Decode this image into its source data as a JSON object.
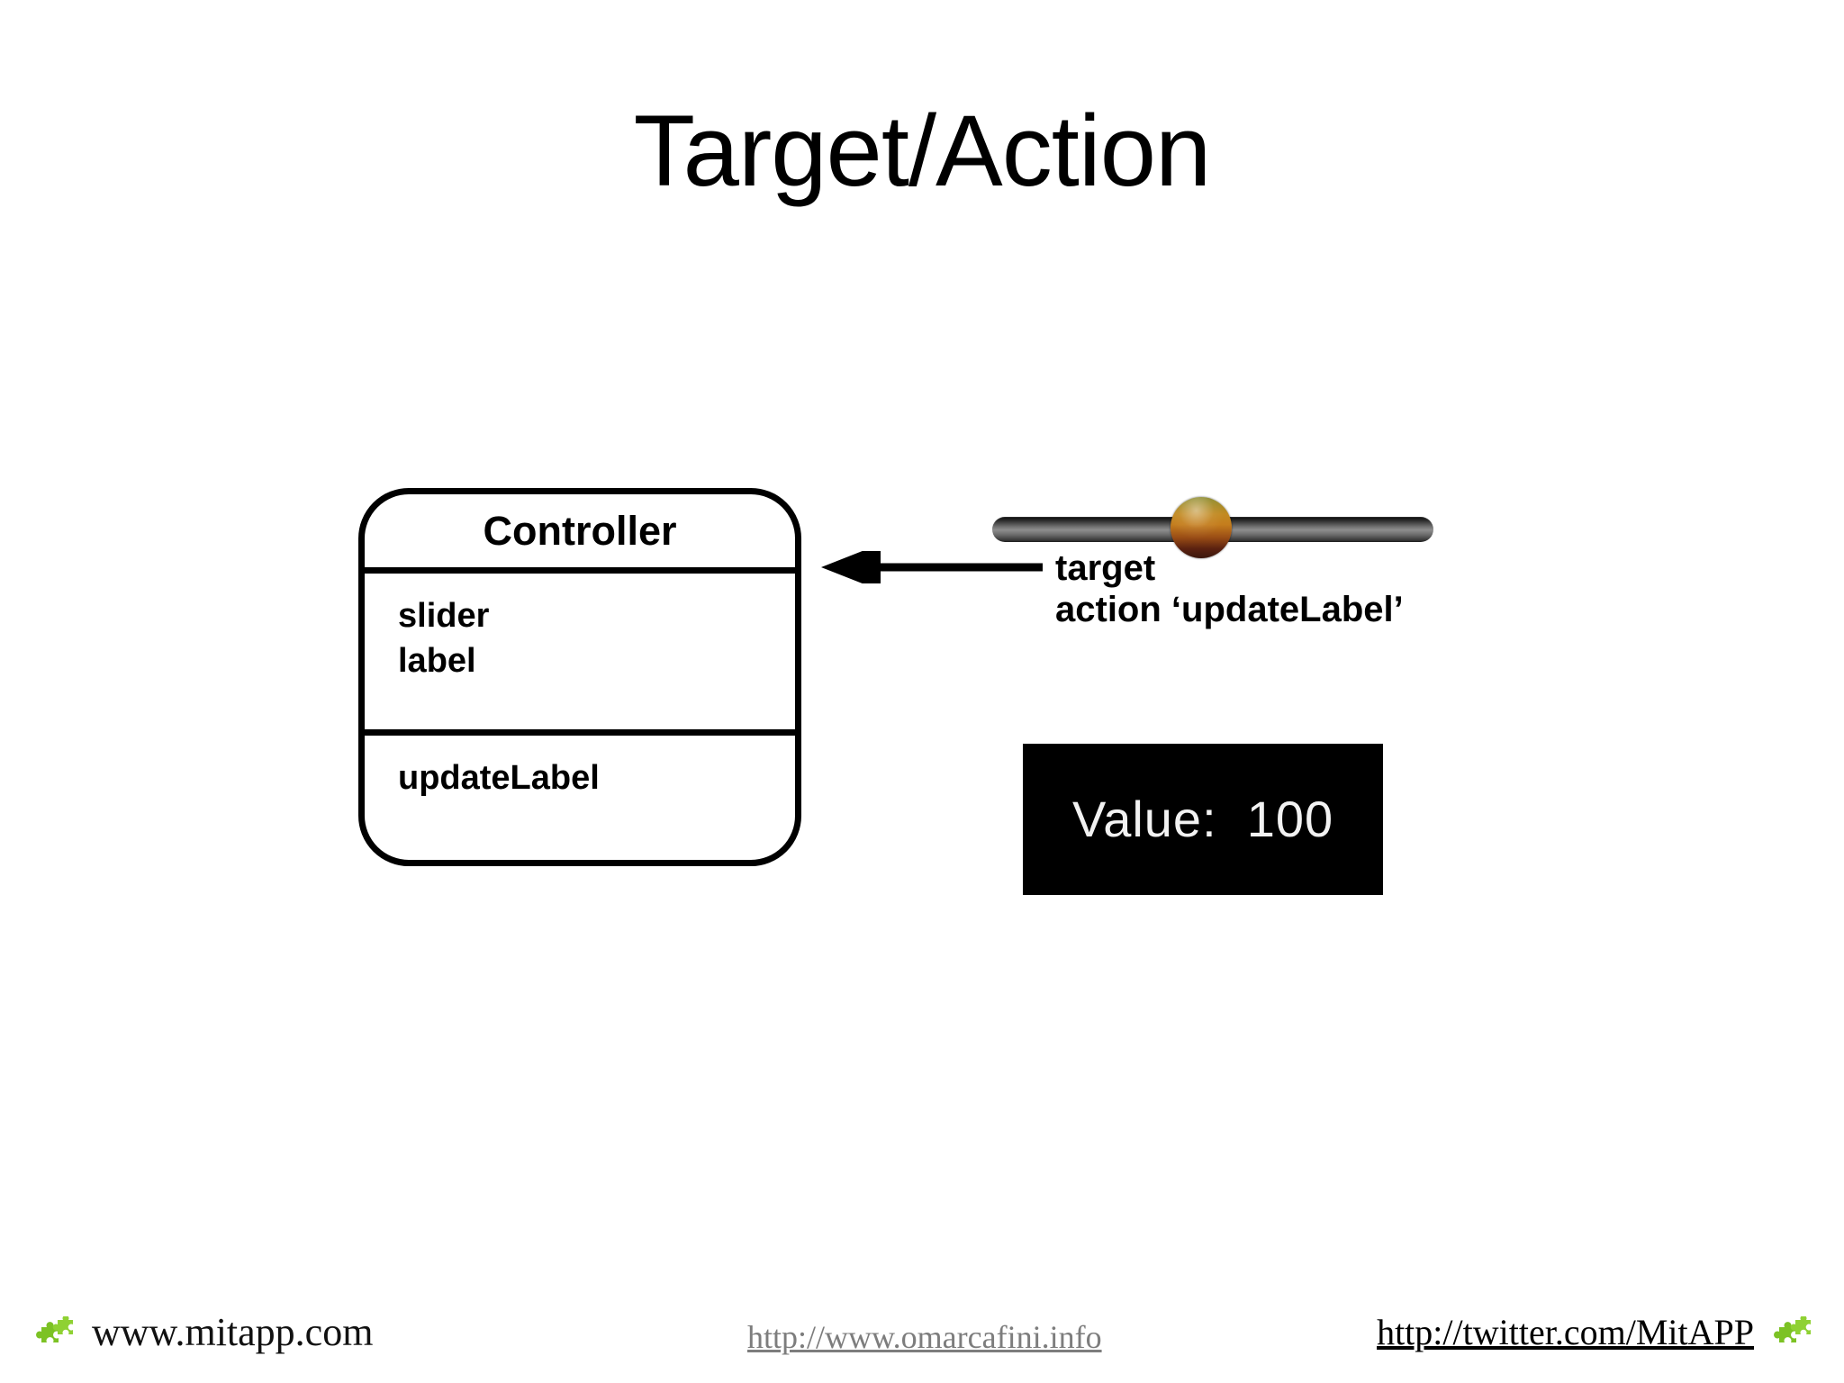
{
  "slide": {
    "title": "Target/Action",
    "background_color": "#ffffff"
  },
  "uml_class": {
    "name": "Controller",
    "attributes": [
      "slider",
      "label"
    ],
    "operations": [
      "updateLabel"
    ],
    "border_color": "#000000"
  },
  "connection": {
    "arrow_icon": "left-arrow-icon",
    "direction": "left",
    "color": "#000000"
  },
  "slider": {
    "icon": "slider-icon",
    "track_color": "#6e6e6e",
    "knob_color": "#c28a22",
    "knob_position_percent": 42
  },
  "annotation": {
    "lines": [
      "target",
      "action ‘updateLabel’"
    ],
    "target_label": "target",
    "action_label": "action ‘updateLabel’"
  },
  "value_display": {
    "text": "Value:  100",
    "label": "Value:",
    "value": "100",
    "background_color": "#000000",
    "text_color": "#f2f2f2"
  },
  "footer": {
    "left": {
      "icon": "puzzle-piece-icon",
      "text": "www.mitapp.com"
    },
    "center": {
      "text": "http://www.omarcafini.info",
      "color": "#7d7d7d"
    },
    "right": {
      "text": "http://twitter.com/MitAPP",
      "icon": "puzzle-piece-icon",
      "color": "#000000"
    },
    "icon_color": "#7cc224"
  }
}
